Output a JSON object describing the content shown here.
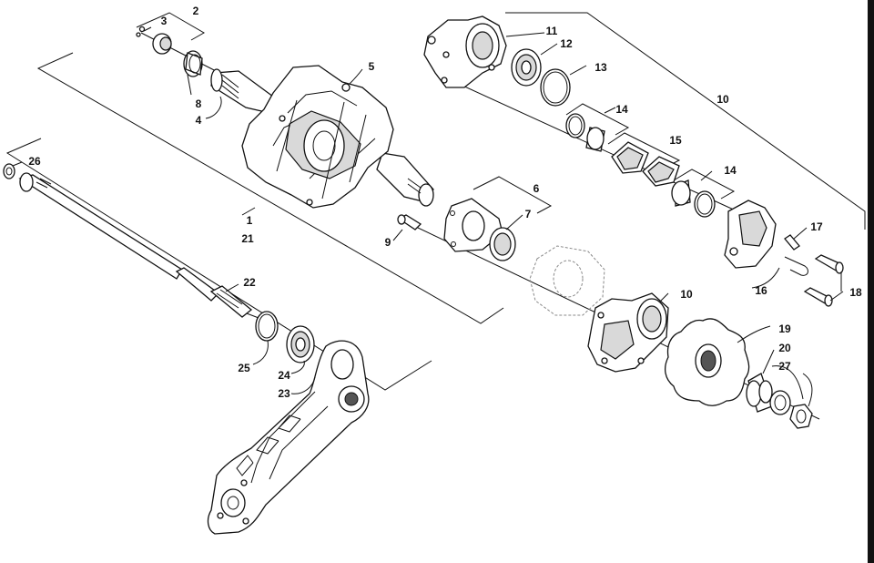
{
  "diagram": {
    "type": "exploded parts diagram",
    "callouts": [
      {
        "id": "c1",
        "label": "1"
      },
      {
        "id": "c2",
        "label": "2"
      },
      {
        "id": "c3",
        "label": "3"
      },
      {
        "id": "c4",
        "label": "4"
      },
      {
        "id": "c5",
        "label": "5"
      },
      {
        "id": "c6",
        "label": "6"
      },
      {
        "id": "c7",
        "label": "7"
      },
      {
        "id": "c8",
        "label": "8"
      },
      {
        "id": "c9",
        "label": "9"
      },
      {
        "id": "c10a",
        "label": "10"
      },
      {
        "id": "c10b",
        "label": "10"
      },
      {
        "id": "c11",
        "label": "11"
      },
      {
        "id": "c12",
        "label": "12"
      },
      {
        "id": "c13",
        "label": "13"
      },
      {
        "id": "c14a",
        "label": "14"
      },
      {
        "id": "c14b",
        "label": "14"
      },
      {
        "id": "c15",
        "label": "15"
      },
      {
        "id": "c16",
        "label": "16"
      },
      {
        "id": "c17",
        "label": "17"
      },
      {
        "id": "c18",
        "label": "18"
      },
      {
        "id": "c19",
        "label": "19"
      },
      {
        "id": "c20",
        "label": "20"
      },
      {
        "id": "c21",
        "label": "21"
      },
      {
        "id": "c22",
        "label": "22"
      },
      {
        "id": "c23",
        "label": "23"
      },
      {
        "id": "c24",
        "label": "24"
      },
      {
        "id": "c25",
        "label": "25"
      },
      {
        "id": "c26",
        "label": "26"
      },
      {
        "id": "c27",
        "label": "27"
      }
    ]
  }
}
